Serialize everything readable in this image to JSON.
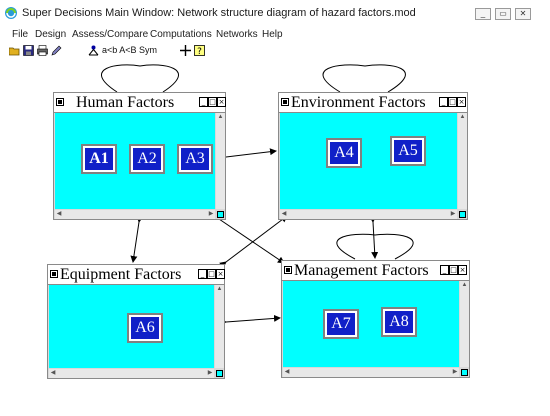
{
  "window": {
    "title": "Super Decisions Main Window: Network structure diagram of hazard factors.mod",
    "buttons": {
      "minimize": "_",
      "restore": "▭",
      "close": "✕"
    }
  },
  "menu": {
    "items": [
      "File",
      "Design",
      "Assess/Compare",
      "Computations",
      "Networks",
      "Help"
    ]
  },
  "toolbar": {
    "icons": [
      "open-folder-icon",
      "save-icon",
      "print-icon",
      "edit-icon"
    ],
    "compare_text": "a<b A<B Sym",
    "help_icon": "help-icon"
  },
  "clusters": {
    "human": {
      "title": "Human Factors",
      "controls": [
        "_",
        "□",
        "×"
      ],
      "nodes": [
        "A1",
        "A2",
        "A3"
      ]
    },
    "environment": {
      "title": "Environment Factors",
      "controls": [
        "_",
        "□",
        "×"
      ],
      "nodes": [
        "A4",
        "A5"
      ]
    },
    "equipment": {
      "title": "Equipment Factors",
      "controls": [
        "_",
        "□",
        "×"
      ],
      "nodes": [
        "A6"
      ]
    },
    "management": {
      "title": "Management Factors",
      "controls": [
        "_",
        "□",
        "×"
      ],
      "nodes": [
        "A7",
        "A8"
      ]
    }
  },
  "colors": {
    "cluster_body": "#00ffff",
    "node_fill": "#1020c8",
    "node_text": "#ffffff"
  }
}
